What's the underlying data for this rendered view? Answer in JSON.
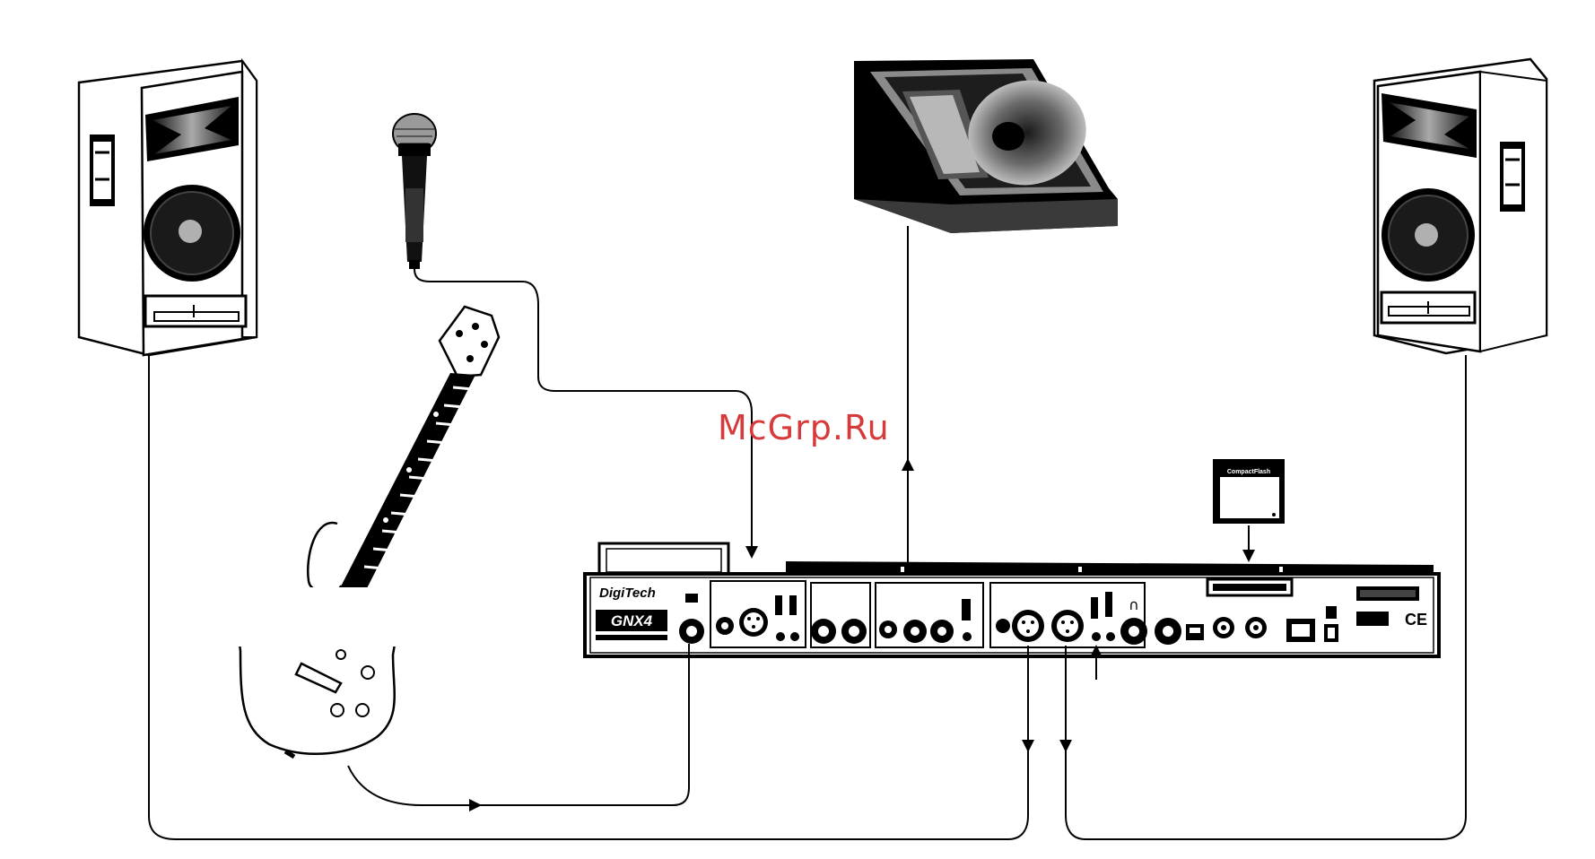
{
  "diagram": {
    "watermark": "McGrp.Ru",
    "device": {
      "brand_logo": "DigiTech",
      "model_logo": "GNX4",
      "ce_mark": "CE"
    },
    "card": {
      "label": "CompactFlash"
    }
  },
  "colors": {
    "ink": "#000000",
    "watermark": "#d63a3a",
    "grey": "#8a8a8a",
    "light_grey": "#bdbdbd"
  }
}
